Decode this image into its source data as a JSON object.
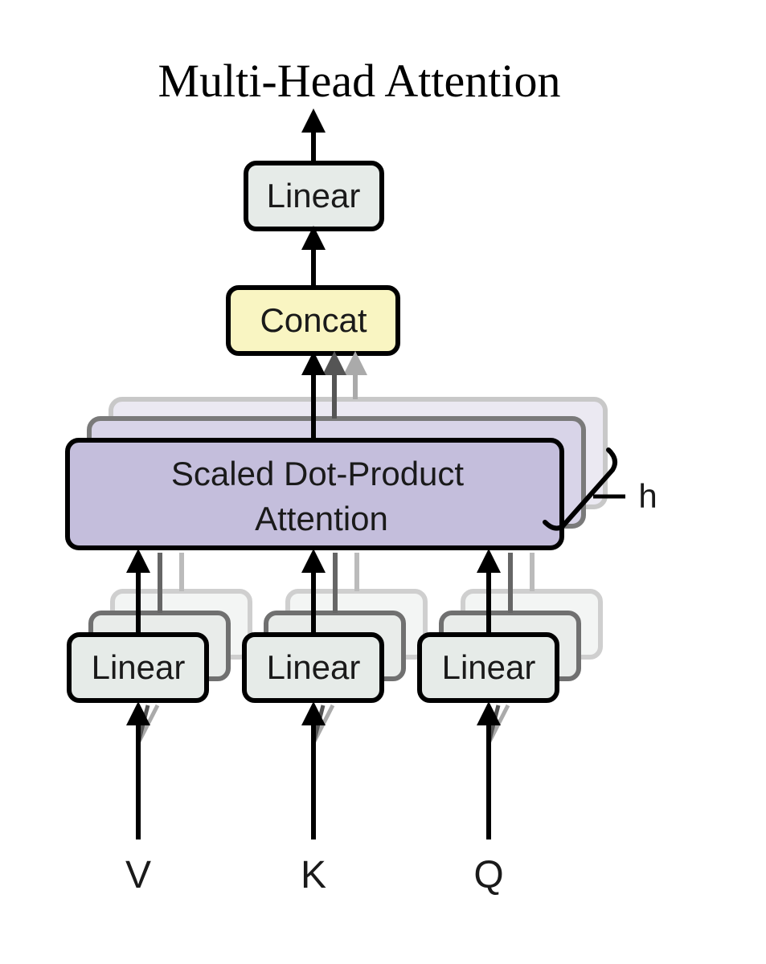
{
  "diagram": {
    "title": "Multi-Head Attention",
    "output_linear_label": "Linear",
    "concat_label": "Concat",
    "attention_label_line1": "Scaled Dot-Product",
    "attention_label_line2": "Attention",
    "heads_label": "h",
    "projections": [
      {
        "label": "Linear",
        "input": "V"
      },
      {
        "label": "Linear",
        "input": "K"
      },
      {
        "label": "Linear",
        "input": "Q"
      }
    ],
    "colors": {
      "linear_fill": "#e6ebe8",
      "concat_fill": "#f9f5c2",
      "attention_fill": "#c4bedc",
      "stroke": "#000000"
    }
  }
}
